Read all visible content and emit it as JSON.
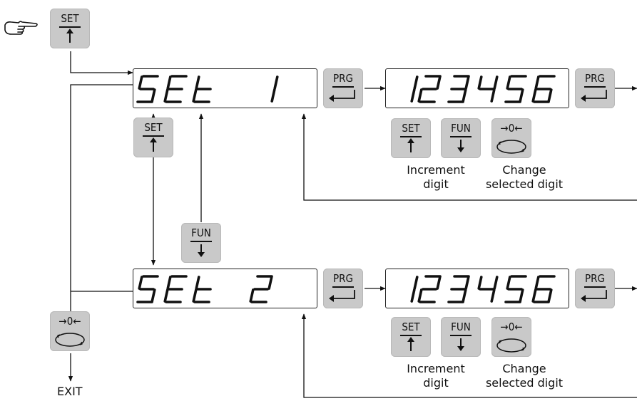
{
  "keys": {
    "set": "SET",
    "fun": "FUN",
    "prg": "PRG",
    "reset": "→0←"
  },
  "displays": {
    "set1": "SEt 1",
    "set2": "SEt 2",
    "value1": "123456",
    "value2": "123456"
  },
  "captions": {
    "increment_line1": "Increment",
    "increment_line2": "digit",
    "change_line1": "Change",
    "change_line2": "selected digit"
  },
  "exit_label": "EXIT"
}
